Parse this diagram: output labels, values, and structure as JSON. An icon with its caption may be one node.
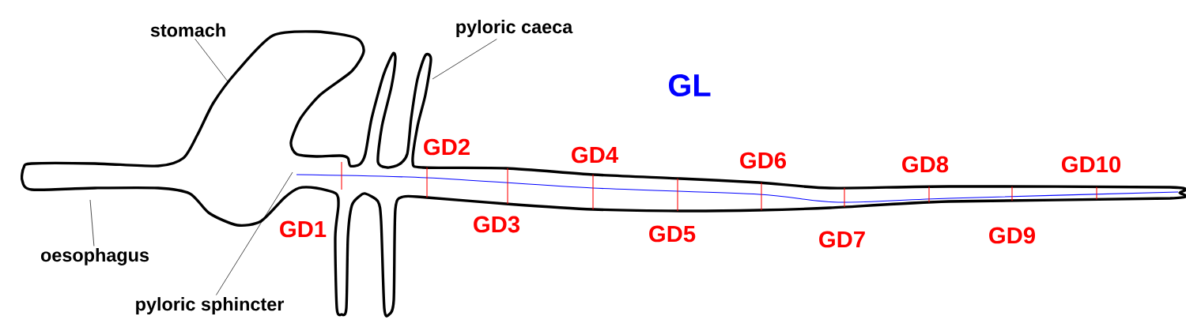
{
  "diagram": {
    "nodes": [
      {
        "text": [
          "stomach"
        ]
      },
      {
        "text": [
          "pyloric caeca"
        ]
      },
      {
        "text": [
          "oesophagus"
        ]
      },
      {
        "text": [
          "pyloric sphincter"
        ]
      }
    ],
    "edges": [
      {
        "from": 0,
        "to": null,
        "arrow": "none"
      },
      {
        "from": 1,
        "to": null,
        "arrow": "none"
      },
      {
        "from": 2,
        "to": null,
        "arrow": "none"
      },
      {
        "from": 3,
        "to": null,
        "arrow": "none"
      }
    ],
    "labels": [
      "GL",
      "GD2",
      "GD4",
      "GD6",
      "GD8",
      "GD10",
      "GD1",
      "GD3",
      "GD5",
      "GD7",
      "GD9"
    ]
  }
}
